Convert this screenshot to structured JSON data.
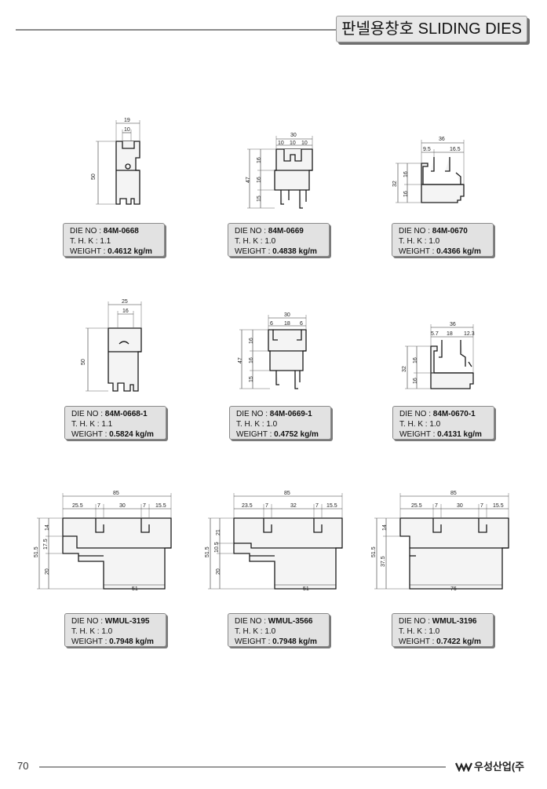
{
  "header": {
    "title": "판넬용창호 SLIDING DIES"
  },
  "labels": {
    "die_no": "DIE NO :",
    "thk": "T. H. K :",
    "weight": "WEIGHT :"
  },
  "profiles": [
    {
      "die_no": "84M-0668",
      "thk": "1.1",
      "weight": "0.4612 kg/m",
      "dims": [
        "19",
        "10",
        "50"
      ]
    },
    {
      "die_no": "84M-0669",
      "thk": "1.0",
      "weight": "0.4838 kg/m",
      "dims": [
        "30",
        "10",
        "10",
        "10",
        "47",
        "16",
        "16",
        "15"
      ]
    },
    {
      "die_no": "84M-0670",
      "thk": "1.0",
      "weight": "0.4366 kg/m",
      "dims": [
        "36",
        "9.5",
        "16.5",
        "32",
        "16",
        "16"
      ]
    },
    {
      "die_no": "84M-0668-1",
      "thk": "1.1",
      "weight": "0.5824 kg/m",
      "dims": [
        "25",
        "16",
        "50"
      ]
    },
    {
      "die_no": "84M-0669-1",
      "thk": "1.0",
      "weight": "0.4752 kg/m",
      "dims": [
        "30",
        "6",
        "18",
        "6",
        "47",
        "16",
        "16",
        "15"
      ]
    },
    {
      "die_no": "84M-0670-1",
      "thk": "1.0",
      "weight": "0.4131 kg/m",
      "dims": [
        "36",
        "5.7",
        "18",
        "12.3",
        "32",
        "16",
        "16"
      ]
    },
    {
      "die_no": "WMUL-3195",
      "thk": "1.0",
      "weight": "0.7948 kg/m",
      "dims": [
        "85",
        "25.5",
        "7",
        "30",
        "7",
        "15.5",
        "51.5",
        "14",
        "17.5",
        "20",
        "51"
      ]
    },
    {
      "die_no": "WMUL-3566",
      "thk": "1.0",
      "weight": "0.7948 kg/m",
      "dims": [
        "85",
        "23.5",
        "7",
        "32",
        "7",
        "15.5",
        "51.5",
        "21",
        "10.5",
        "20",
        "51"
      ]
    },
    {
      "die_no": "WMUL-3196",
      "thk": "1.0",
      "weight": "0.7422 kg/m",
      "dims": [
        "85",
        "25.5",
        "7",
        "30",
        "7",
        "15.5",
        "51.5",
        "14",
        "37.5",
        "76"
      ]
    }
  ],
  "footer": {
    "page_number": "70",
    "company": "우성산업(주"
  }
}
